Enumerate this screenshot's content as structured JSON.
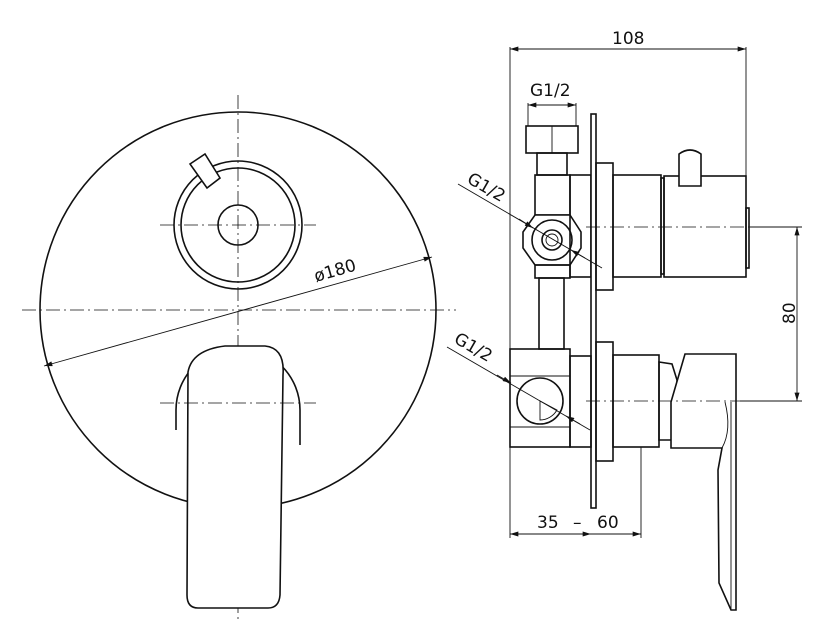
{
  "drawing": {
    "dimensions": {
      "depth_total": "108",
      "top_thread": "G1/2",
      "middle_thread": "G1/2",
      "lower_thread": "G1/2",
      "outlet_spacing": "80",
      "plate_diameter": "ø180",
      "install_depth_min": "35",
      "install_depth_sep": "–",
      "install_depth_max": "60"
    },
    "colors": {
      "line": "#111111",
      "background": "#ffffff"
    }
  }
}
